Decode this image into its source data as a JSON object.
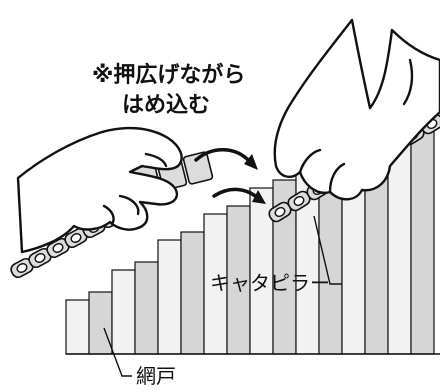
{
  "instruction": {
    "line1": "※押広げながら",
    "line2": "はめ込む"
  },
  "labels": {
    "caterpillar": "キャタピラー",
    "screen": "網戸"
  },
  "colors": {
    "ink": "#111111",
    "pleat_fill": "#f2f2f2",
    "pleat_shade": "#d6d6d6",
    "chain_fill": "#dcdcdc",
    "chain_dark": "#8a8a8a",
    "background": "#ffffff"
  }
}
